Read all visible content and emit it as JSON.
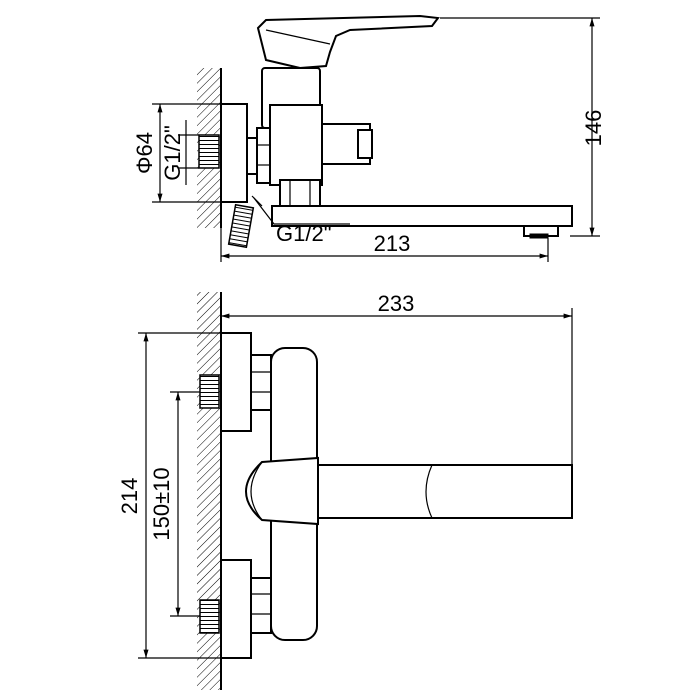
{
  "drawing": {
    "side_view": {
      "dim_height": "146",
      "dim_length": "213",
      "dim_flange": "Φ64",
      "dim_thread_wall": "G1/2\"",
      "dim_thread_bottom": "G1/2\""
    },
    "top_view": {
      "dim_width": "233",
      "dim_height": "214",
      "dim_centers": "150±10"
    },
    "colors": {
      "line": "#000000",
      "background": "#ffffff"
    }
  }
}
